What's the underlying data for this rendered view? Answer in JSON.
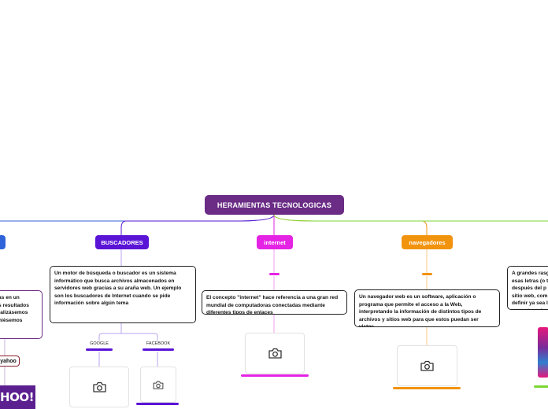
{
  "root": {
    "title": "HERAMIENTAS TECNOLOGICAS"
  },
  "branches": [
    {
      "id": "left-edge",
      "label": "",
      "color": "#2f63d9"
    },
    {
      "id": "buscadores",
      "label": "BUSCADORES",
      "color": "#5a14d6"
    },
    {
      "id": "internet",
      "label": "internet",
      "color": "#e423e4"
    },
    {
      "id": "navegadores",
      "label": "navegadores",
      "color": "#f2930e"
    },
    {
      "id": "right-edge",
      "label": "",
      "color": "#7bd631"
    }
  ],
  "notes": {
    "left_partial": "das en un\nos resultados\nrealizásemos\n unièsemos",
    "buscadores": "Un motor de búsqueda o buscador es un sistema informático que busca archivos almacenados en servidores web gracias a su araña web. Un ejemplo son los buscadores de Internet cuando se pide información sobre algún tema",
    "internet": "El concepto \"internet\" hace referencia a una gran red mundial de computadoras conectadas mediante diferentes tipos de enlaces",
    "navegadores": "Un navegador web es un software, aplicación o programa que permite el acceso a la Web, interpretando la información de distintos tipos de archivos y sitios web para que estos puedan ser vistos.",
    "right_partial": "A grandes rasg\nesas letras (o t\ndespués del p\nsitio web, com\ndefinir ya sea l\nnaturaleza de"
  },
  "leaves": {
    "google": "GOOGLE",
    "facebook": "FACEBOOK",
    "yahoo": "yahoo"
  },
  "images": {
    "yahoo_logo_text": "HOO!"
  },
  "colors": {
    "root": "#6a2c85",
    "buscadores": "#5a14d6",
    "internet": "#e423e4",
    "navegadores": "#f2930e",
    "blue": "#2f63d9",
    "green": "#7bd631",
    "left_note_border": "#6a2c85",
    "yahoo_border": "#8b1f2b"
  }
}
